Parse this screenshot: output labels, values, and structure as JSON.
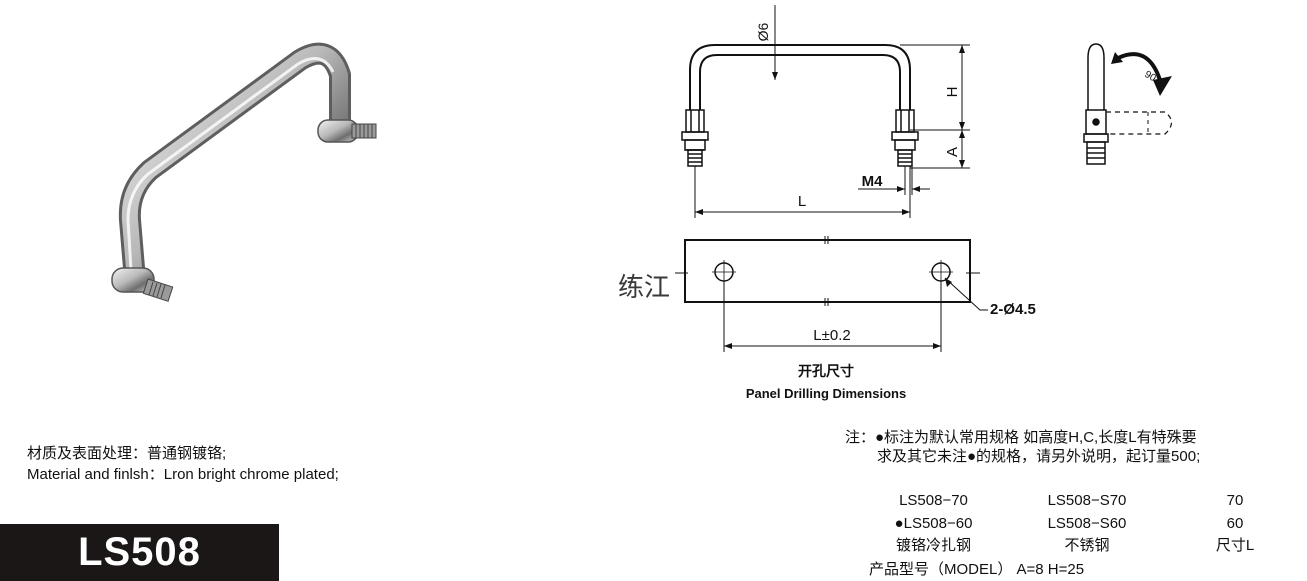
{
  "drawing": {
    "dim_d6": "Ø6",
    "dim_h": "H",
    "dim_a": "A",
    "dim_m4": "M4",
    "dim_l": "L",
    "dim_holes": "2-Ø4.5",
    "dim_l_tol": "L±0.2",
    "rotation": "90°",
    "watermark": "练江",
    "panel_cn": "开孔尺寸",
    "panel_en": "Panel Drilling Dimensions"
  },
  "material": {
    "cn": "材质及表面处理：普通钢镀铬;",
    "en": "Material and finlsh：Lron bright chrome plated;"
  },
  "model": "LS508",
  "note": {
    "line1": "注：●标注为默认常用规格 如高度H,C,长度L有特殊要",
    "line2": "求及其它未注●的规格，请另外说明，起订量500;"
  },
  "table": {
    "rows": [
      [
        "LS508−70",
        "LS508−S70",
        "70"
      ],
      [
        "●LS508−60",
        "LS508−S60",
        "60"
      ],
      [
        "镀铬冷扎钢",
        "不锈钢",
        "尺寸L"
      ]
    ],
    "model_line": "产品型号（MODEL）  A=8  H=25"
  },
  "colors": {
    "model_box": "#1b1717",
    "line": "#111111"
  }
}
